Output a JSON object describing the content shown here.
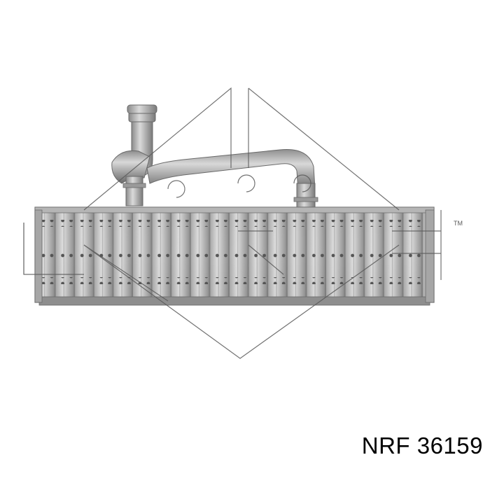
{
  "caption": "NRF 36159",
  "watermark": {
    "text": "NRF",
    "trademark": "TM"
  },
  "colors": {
    "background": "#ffffff",
    "caption": "#000000",
    "metal_light": "#c9c9c9",
    "metal_mid": "#a8a8a8",
    "metal_dark": "#6e6e6e",
    "watermark_line": "#5a5a5a"
  }
}
